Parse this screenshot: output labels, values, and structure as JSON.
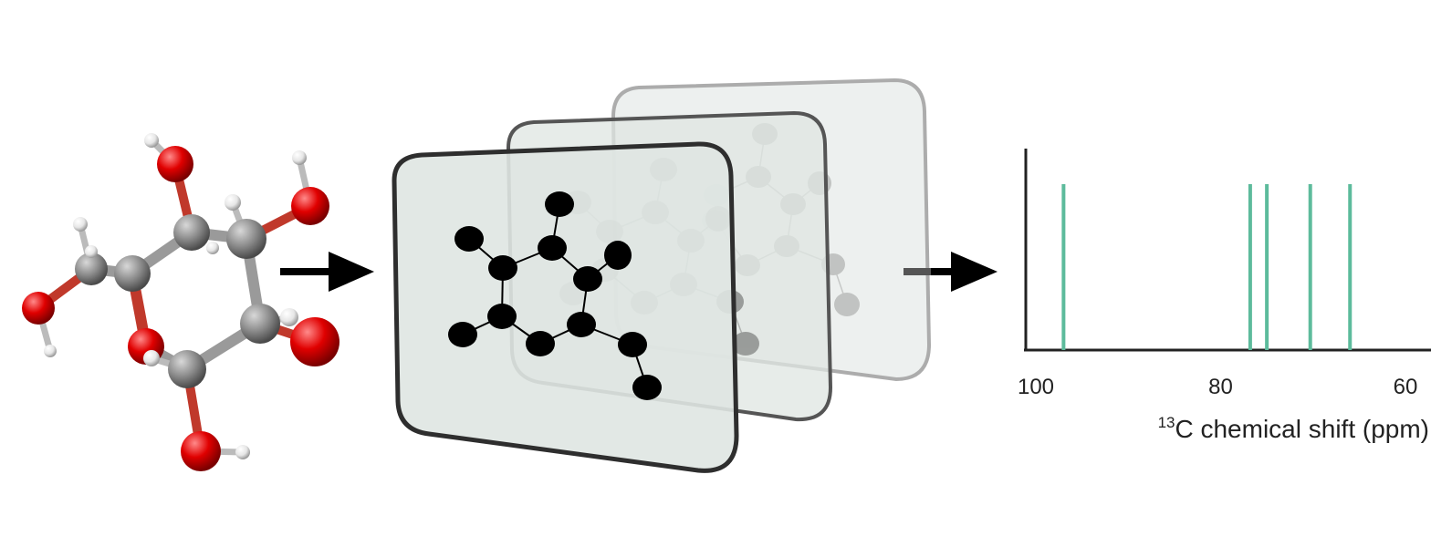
{
  "molecule_3d": {
    "atom_colors": {
      "carbon": "#8c8c8c",
      "oxygen": "#e00000",
      "hydrogen": "#ececec"
    }
  },
  "graph_layers": {
    "count": 3,
    "panel_fill": "#dfe5e2",
    "node_color": "#000000"
  },
  "chart_data": {
    "type": "stem",
    "x_axis": {
      "label_superscript": "13",
      "label_text": "C chemical shift (ppm)",
      "tick_values": [
        100,
        80,
        60
      ],
      "tick_labels": [
        "100",
        "80",
        "60"
      ],
      "reversed": true
    },
    "peaks_ppm": [
      97.0,
      76.8,
      75.0,
      70.3,
      66.0
    ],
    "peak_color": "#5dbb9c",
    "grid": false
  }
}
